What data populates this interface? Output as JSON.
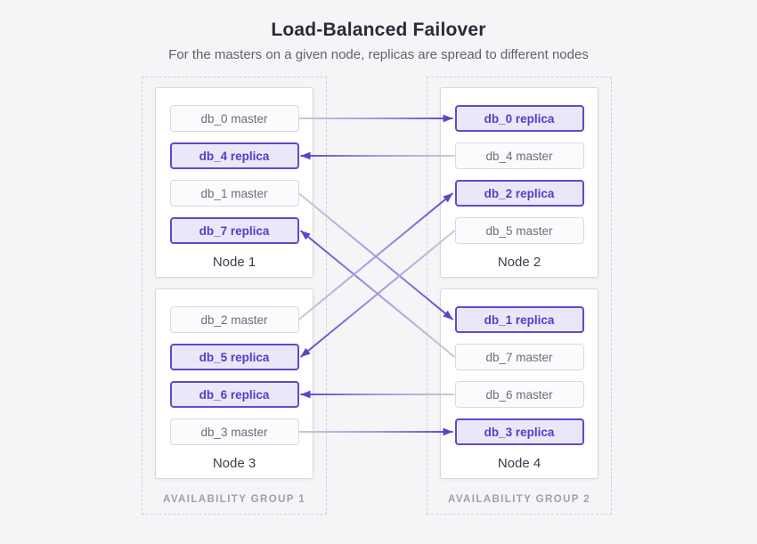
{
  "header": {
    "title": "Load-Balanced Failover",
    "subtitle": "For the masters on a given node, replicas are spread to different nodes"
  },
  "groups": [
    {
      "id": "group-1",
      "label": "AVAILABILITY GROUP 1",
      "node_ids": [
        "node-1",
        "node-3"
      ]
    },
    {
      "id": "group-2",
      "label": "AVAILABILITY GROUP 2",
      "node_ids": [
        "node-2",
        "node-4"
      ]
    }
  ],
  "nodes": [
    {
      "id": "node-1",
      "label": "Node 1",
      "group": "group-1",
      "items": [
        {
          "id": "db_0-master",
          "label": "db_0 master",
          "type": "master"
        },
        {
          "id": "db_4-replica",
          "label": "db_4 replica",
          "type": "replica"
        },
        {
          "id": "db_1-master",
          "label": "db_1 master",
          "type": "master"
        },
        {
          "id": "db_7-replica",
          "label": "db_7 replica",
          "type": "replica"
        }
      ]
    },
    {
      "id": "node-2",
      "label": "Node 2",
      "group": "group-2",
      "items": [
        {
          "id": "db_0-replica",
          "label": "db_0 replica",
          "type": "replica"
        },
        {
          "id": "db_4-master",
          "label": "db_4 master",
          "type": "master"
        },
        {
          "id": "db_2-replica",
          "label": "db_2 replica",
          "type": "replica"
        },
        {
          "id": "db_5-master",
          "label": "db_5 master",
          "type": "master"
        }
      ]
    },
    {
      "id": "node-3",
      "label": "Node 3",
      "group": "group-1",
      "items": [
        {
          "id": "db_2-master",
          "label": "db_2 master",
          "type": "master"
        },
        {
          "id": "db_5-replica",
          "label": "db_5 replica",
          "type": "replica"
        },
        {
          "id": "db_6-replica",
          "label": "db_6 replica",
          "type": "replica"
        },
        {
          "id": "db_3-master",
          "label": "db_3 master",
          "type": "master"
        }
      ]
    },
    {
      "id": "node-4",
      "label": "Node 4",
      "group": "group-2",
      "items": [
        {
          "id": "db_1-replica",
          "label": "db_1 replica",
          "type": "replica"
        },
        {
          "id": "db_7-master",
          "label": "db_7 master",
          "type": "master"
        },
        {
          "id": "db_6-master",
          "label": "db_6 master",
          "type": "master"
        },
        {
          "id": "db_3-replica",
          "label": "db_3 replica",
          "type": "replica"
        }
      ]
    }
  ],
  "connections": [
    {
      "from": "db_0-master",
      "to": "db_0-replica"
    },
    {
      "from": "db_4-master",
      "to": "db_4-replica"
    },
    {
      "from": "db_1-master",
      "to": "db_1-replica"
    },
    {
      "from": "db_7-master",
      "to": "db_7-replica"
    },
    {
      "from": "db_2-master",
      "to": "db_2-replica"
    },
    {
      "from": "db_5-master",
      "to": "db_5-replica"
    },
    {
      "from": "db_6-master",
      "to": "db_6-replica"
    },
    {
      "from": "db_3-master",
      "to": "db_3-replica"
    }
  ],
  "colors": {
    "page_bg": "#f5f5f7",
    "accent": "#5b4ccd",
    "replica_text": "#4f40c6",
    "replica_bg": "#eae7f9",
    "master_text": "#6d6d79",
    "master_border": "#d9d9e0",
    "arrow_start": "#c9cbd6",
    "arrow_mid": "#a29ae2",
    "arrow_end": "#5847cb",
    "group_label_text": "#9da0ad"
  }
}
